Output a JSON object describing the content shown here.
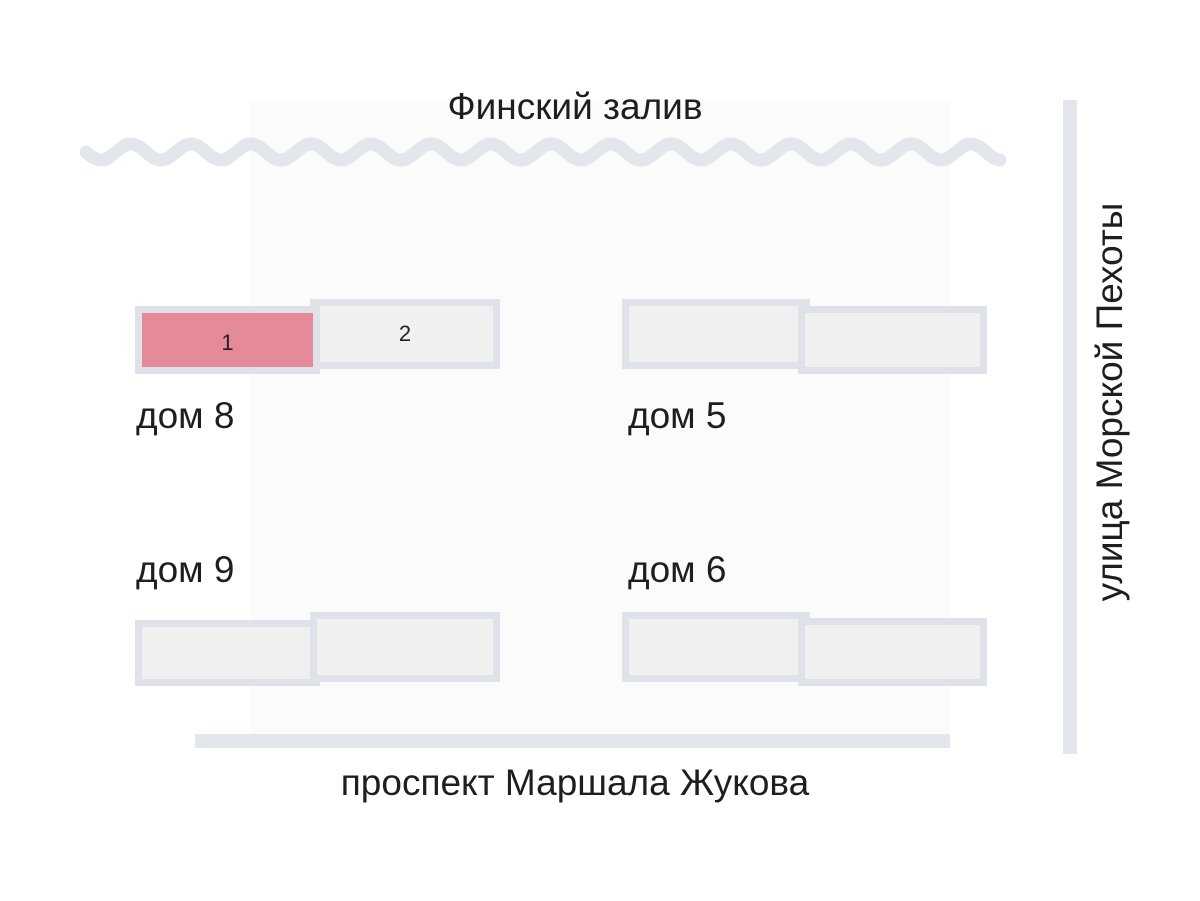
{
  "labels": {
    "bay": "Финский залив",
    "street_right": "улица Морской Пехоты",
    "street_bottom": "проспект Маршала Жукова"
  },
  "houses": {
    "h8": {
      "label": "дом 8",
      "sections": [
        "1",
        "2"
      ],
      "selected_section": "1"
    },
    "h5": {
      "label": "дом 5"
    },
    "h9": {
      "label": "дом 9"
    },
    "h6": {
      "label": "дом 6"
    }
  },
  "colors": {
    "selected": "#e48a98",
    "building_fill": "#f0f0f1",
    "building_border": "#dfe2e8",
    "road": "#e3e6eb",
    "water": "#e3e6eb"
  }
}
